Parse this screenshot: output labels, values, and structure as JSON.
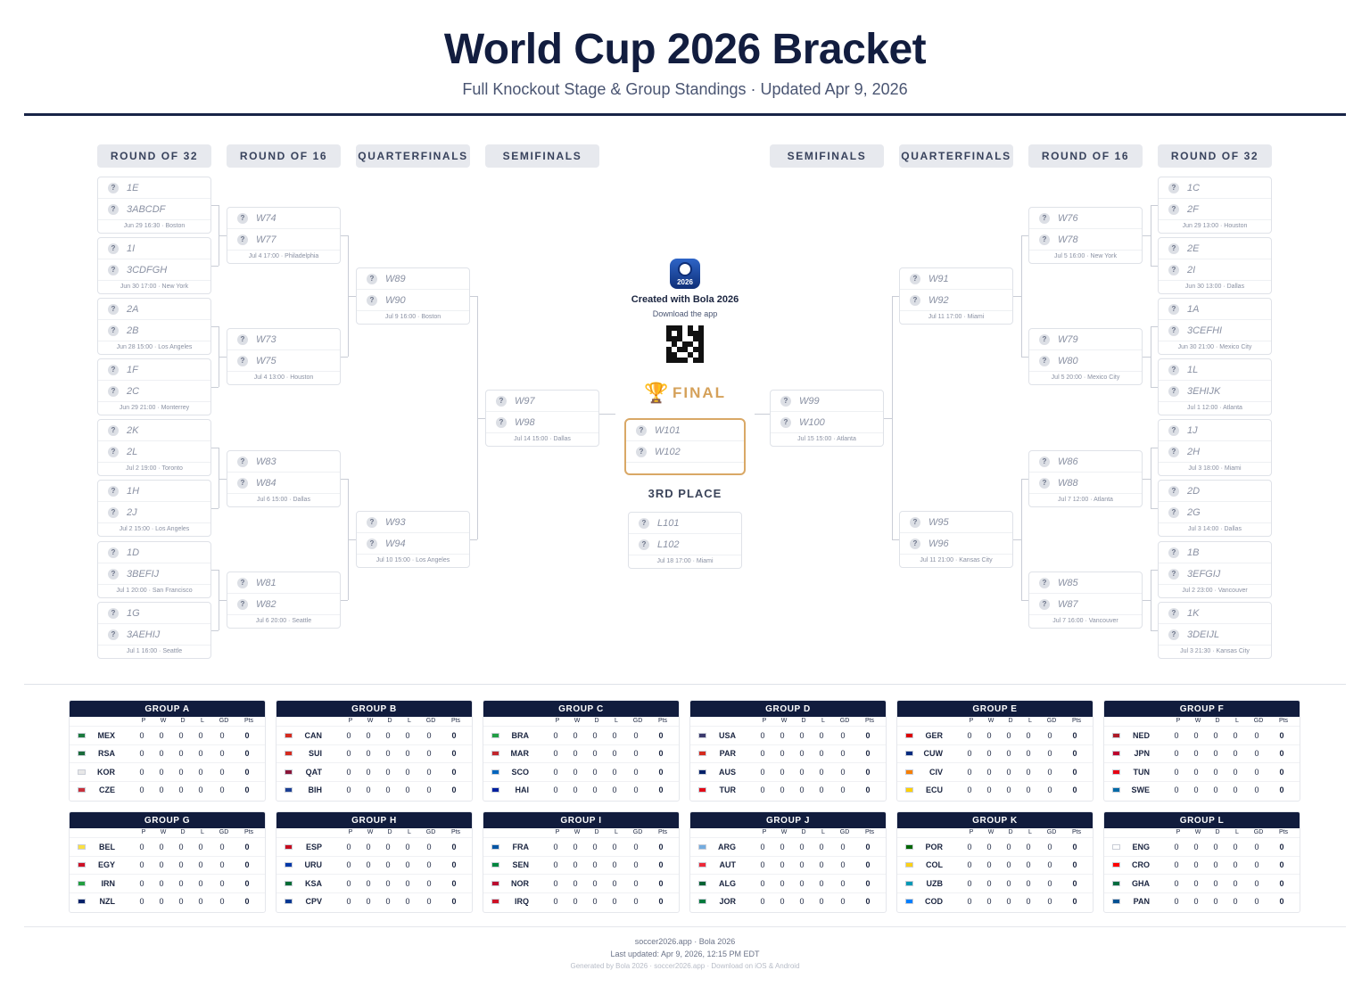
{
  "header": {
    "title": "World Cup 2026 Bracket",
    "subtitle": "Full Knockout Stage & Group Standings · Updated Apr 9, 2026"
  },
  "rounds_left": [
    "ROUND OF 32",
    "ROUND OF 16",
    "QUARTERFINALS",
    "SEMIFINALS"
  ],
  "rounds_right": [
    "SEMIFINALS",
    "QUARTERFINALS",
    "ROUND OF 16",
    "ROUND OF 32"
  ],
  "placeholder_glyph": "?",
  "left": {
    "r32": [
      {
        "t1": "1E",
        "t2": "3ABCDF",
        "info": "Jun 29 16:30 · Boston"
      },
      {
        "t1": "1I",
        "t2": "3CDFGH",
        "info": "Jun 30 17:00 · New York"
      },
      {
        "t1": "2A",
        "t2": "2B",
        "info": "Jun 28 15:00 · Los Angeles"
      },
      {
        "t1": "1F",
        "t2": "2C",
        "info": "Jun 29 21:00 · Monterrey"
      },
      {
        "t1": "2K",
        "t2": "2L",
        "info": "Jul 2 19:00 · Toronto"
      },
      {
        "t1": "1H",
        "t2": "2J",
        "info": "Jul 2 15:00 · Los Angeles"
      },
      {
        "t1": "1D",
        "t2": "3BEFIJ",
        "info": "Jul 1 20:00 · San Francisco"
      },
      {
        "t1": "1G",
        "t2": "3AEHIJ",
        "info": "Jul 1 16:00 · Seattle"
      }
    ],
    "r16": [
      {
        "t1": "W74",
        "t2": "W77",
        "info": "Jul 4 17:00 · Philadelphia"
      },
      {
        "t1": "W73",
        "t2": "W75",
        "info": "Jul 4 13:00 · Houston"
      },
      {
        "t1": "W83",
        "t2": "W84",
        "info": "Jul 6 15:00 · Dallas"
      },
      {
        "t1": "W81",
        "t2": "W82",
        "info": "Jul 6 20:00 · Seattle"
      }
    ],
    "qf": [
      {
        "t1": "W89",
        "t2": "W90",
        "info": "Jul 9 16:00 · Boston"
      },
      {
        "t1": "W93",
        "t2": "W94",
        "info": "Jul 10 15:00 · Los Angeles"
      }
    ],
    "sf": [
      {
        "t1": "W97",
        "t2": "W98",
        "info": "Jul 14 15:00 · Dallas"
      }
    ]
  },
  "right": {
    "r32": [
      {
        "t1": "1C",
        "t2": "2F",
        "info": "Jun 29 13:00 · Houston"
      },
      {
        "t1": "2E",
        "t2": "2I",
        "info": "Jun 30 13:00 · Dallas"
      },
      {
        "t1": "1A",
        "t2": "3CEFHI",
        "info": "Jun 30 21:00 · Mexico City"
      },
      {
        "t1": "1L",
        "t2": "3EHIJK",
        "info": "Jul 1 12:00 · Atlanta"
      },
      {
        "t1": "1J",
        "t2": "2H",
        "info": "Jul 3 18:00 · Miami"
      },
      {
        "t1": "2D",
        "t2": "2G",
        "info": "Jul 3 14:00 · Dallas"
      },
      {
        "t1": "1B",
        "t2": "3EFGIJ",
        "info": "Jul 2 23:00 · Vancouver"
      },
      {
        "t1": "1K",
        "t2": "3DEIJL",
        "info": "Jul 3 21:30 · Kansas City"
      }
    ],
    "r16": [
      {
        "t1": "W76",
        "t2": "W78",
        "info": "Jul 5 16:00 · New York"
      },
      {
        "t1": "W79",
        "t2": "W80",
        "info": "Jul 5 20:00 · Mexico City"
      },
      {
        "t1": "W86",
        "t2": "W88",
        "info": "Jul 7 12:00 · Atlanta"
      },
      {
        "t1": "W85",
        "t2": "W87",
        "info": "Jul 7 16:00 · Vancouver"
      }
    ],
    "qf": [
      {
        "t1": "W91",
        "t2": "W92",
        "info": "Jul 11 17:00 · Miami"
      },
      {
        "t1": "W95",
        "t2": "W96",
        "info": "Jul 11 21:00 · Kansas City"
      }
    ],
    "sf": [
      {
        "t1": "W99",
        "t2": "W100",
        "info": "Jul 15 15:00 · Atlanta"
      }
    ]
  },
  "center": {
    "app_year": "2026",
    "created": "Created with Bola 2026",
    "download": "Download the app",
    "final_label": "FINAL",
    "final": {
      "t1": "W101",
      "t2": "W102"
    },
    "third_label": "3RD PLACE",
    "third": {
      "t1": "L101",
      "t2": "L102",
      "info": "Jul 18 17:00 · Miami"
    }
  },
  "groups_columns": [
    "P",
    "W",
    "D",
    "L",
    "GD",
    "Pts"
  ],
  "groups": [
    {
      "name": "GROUP A",
      "teams": [
        {
          "code": "MEX",
          "flag": "#1b7a3e"
        },
        {
          "code": "RSA",
          "flag": "#1a6b3a"
        },
        {
          "code": "KOR",
          "flag": "#e8e8e8"
        },
        {
          "code": "CZE",
          "flag": "#c8303b"
        }
      ]
    },
    {
      "name": "GROUP B",
      "teams": [
        {
          "code": "CAN",
          "flag": "#d52b1e"
        },
        {
          "code": "SUI",
          "flag": "#d52b1e"
        },
        {
          "code": "QAT",
          "flag": "#8a1538"
        },
        {
          "code": "BIH",
          "flag": "#1c3f94"
        }
      ]
    },
    {
      "name": "GROUP C",
      "teams": [
        {
          "code": "BRA",
          "flag": "#229e45"
        },
        {
          "code": "MAR",
          "flag": "#c1272d"
        },
        {
          "code": "SCO",
          "flag": "#0065bd"
        },
        {
          "code": "HAI",
          "flag": "#00209f"
        }
      ]
    },
    {
      "name": "GROUP D",
      "teams": [
        {
          "code": "USA",
          "flag": "#3c3b6e"
        },
        {
          "code": "PAR",
          "flag": "#d52b1e"
        },
        {
          "code": "AUS",
          "flag": "#012169"
        },
        {
          "code": "TUR",
          "flag": "#e30a17"
        }
      ]
    },
    {
      "name": "GROUP E",
      "teams": [
        {
          "code": "GER",
          "flag": "#dd0000"
        },
        {
          "code": "CUW",
          "flag": "#002b7f"
        },
        {
          "code": "CIV",
          "flag": "#f77f00"
        },
        {
          "code": "ECU",
          "flag": "#ffd100"
        }
      ]
    },
    {
      "name": "GROUP F",
      "teams": [
        {
          "code": "NED",
          "flag": "#ae1c28"
        },
        {
          "code": "JPN",
          "flag": "#bc002d"
        },
        {
          "code": "TUN",
          "flag": "#e70013"
        },
        {
          "code": "SWE",
          "flag": "#006aa7"
        }
      ]
    },
    {
      "name": "GROUP G",
      "teams": [
        {
          "code": "BEL",
          "flag": "#fae042"
        },
        {
          "code": "EGY",
          "flag": "#ce1126"
        },
        {
          "code": "IRN",
          "flag": "#239f40"
        },
        {
          "code": "NZL",
          "flag": "#012169"
        }
      ]
    },
    {
      "name": "GROUP H",
      "teams": [
        {
          "code": "ESP",
          "flag": "#c60b1e"
        },
        {
          "code": "URU",
          "flag": "#0038a8"
        },
        {
          "code": "KSA",
          "flag": "#006c35"
        },
        {
          "code": "CPV",
          "flag": "#003893"
        }
      ]
    },
    {
      "name": "GROUP I",
      "teams": [
        {
          "code": "FRA",
          "flag": "#0055a4"
        },
        {
          "code": "SEN",
          "flag": "#00853f"
        },
        {
          "code": "NOR",
          "flag": "#ba0c2f"
        },
        {
          "code": "IRQ",
          "flag": "#ce1126"
        }
      ]
    },
    {
      "name": "GROUP J",
      "teams": [
        {
          "code": "ARG",
          "flag": "#74acdf"
        },
        {
          "code": "AUT",
          "flag": "#ed2939"
        },
        {
          "code": "ALG",
          "flag": "#006233"
        },
        {
          "code": "JOR",
          "flag": "#007a3d"
        }
      ]
    },
    {
      "name": "GROUP K",
      "teams": [
        {
          "code": "POR",
          "flag": "#006600"
        },
        {
          "code": "COL",
          "flag": "#fcd116"
        },
        {
          "code": "UZB",
          "flag": "#0099b5"
        },
        {
          "code": "COD",
          "flag": "#007fff"
        }
      ]
    },
    {
      "name": "GROUP L",
      "teams": [
        {
          "code": "ENG",
          "flag": "#ffffff"
        },
        {
          "code": "CRO",
          "flag": "#ff0000"
        },
        {
          "code": "GHA",
          "flag": "#006b3f"
        },
        {
          "code": "PAN",
          "flag": "#005293"
        }
      ]
    }
  ],
  "stat_value": "0",
  "footer": {
    "line1": "soccer2026.app · Bola 2026",
    "line2": "Last updated: Apr 9, 2026, 12:15 PM EDT",
    "line3": "Generated by Bola 2026 · soccer2026.app · Download on iOS & Android"
  },
  "colors": {
    "navy": "#121d3f",
    "gold": "#d9a866"
  }
}
